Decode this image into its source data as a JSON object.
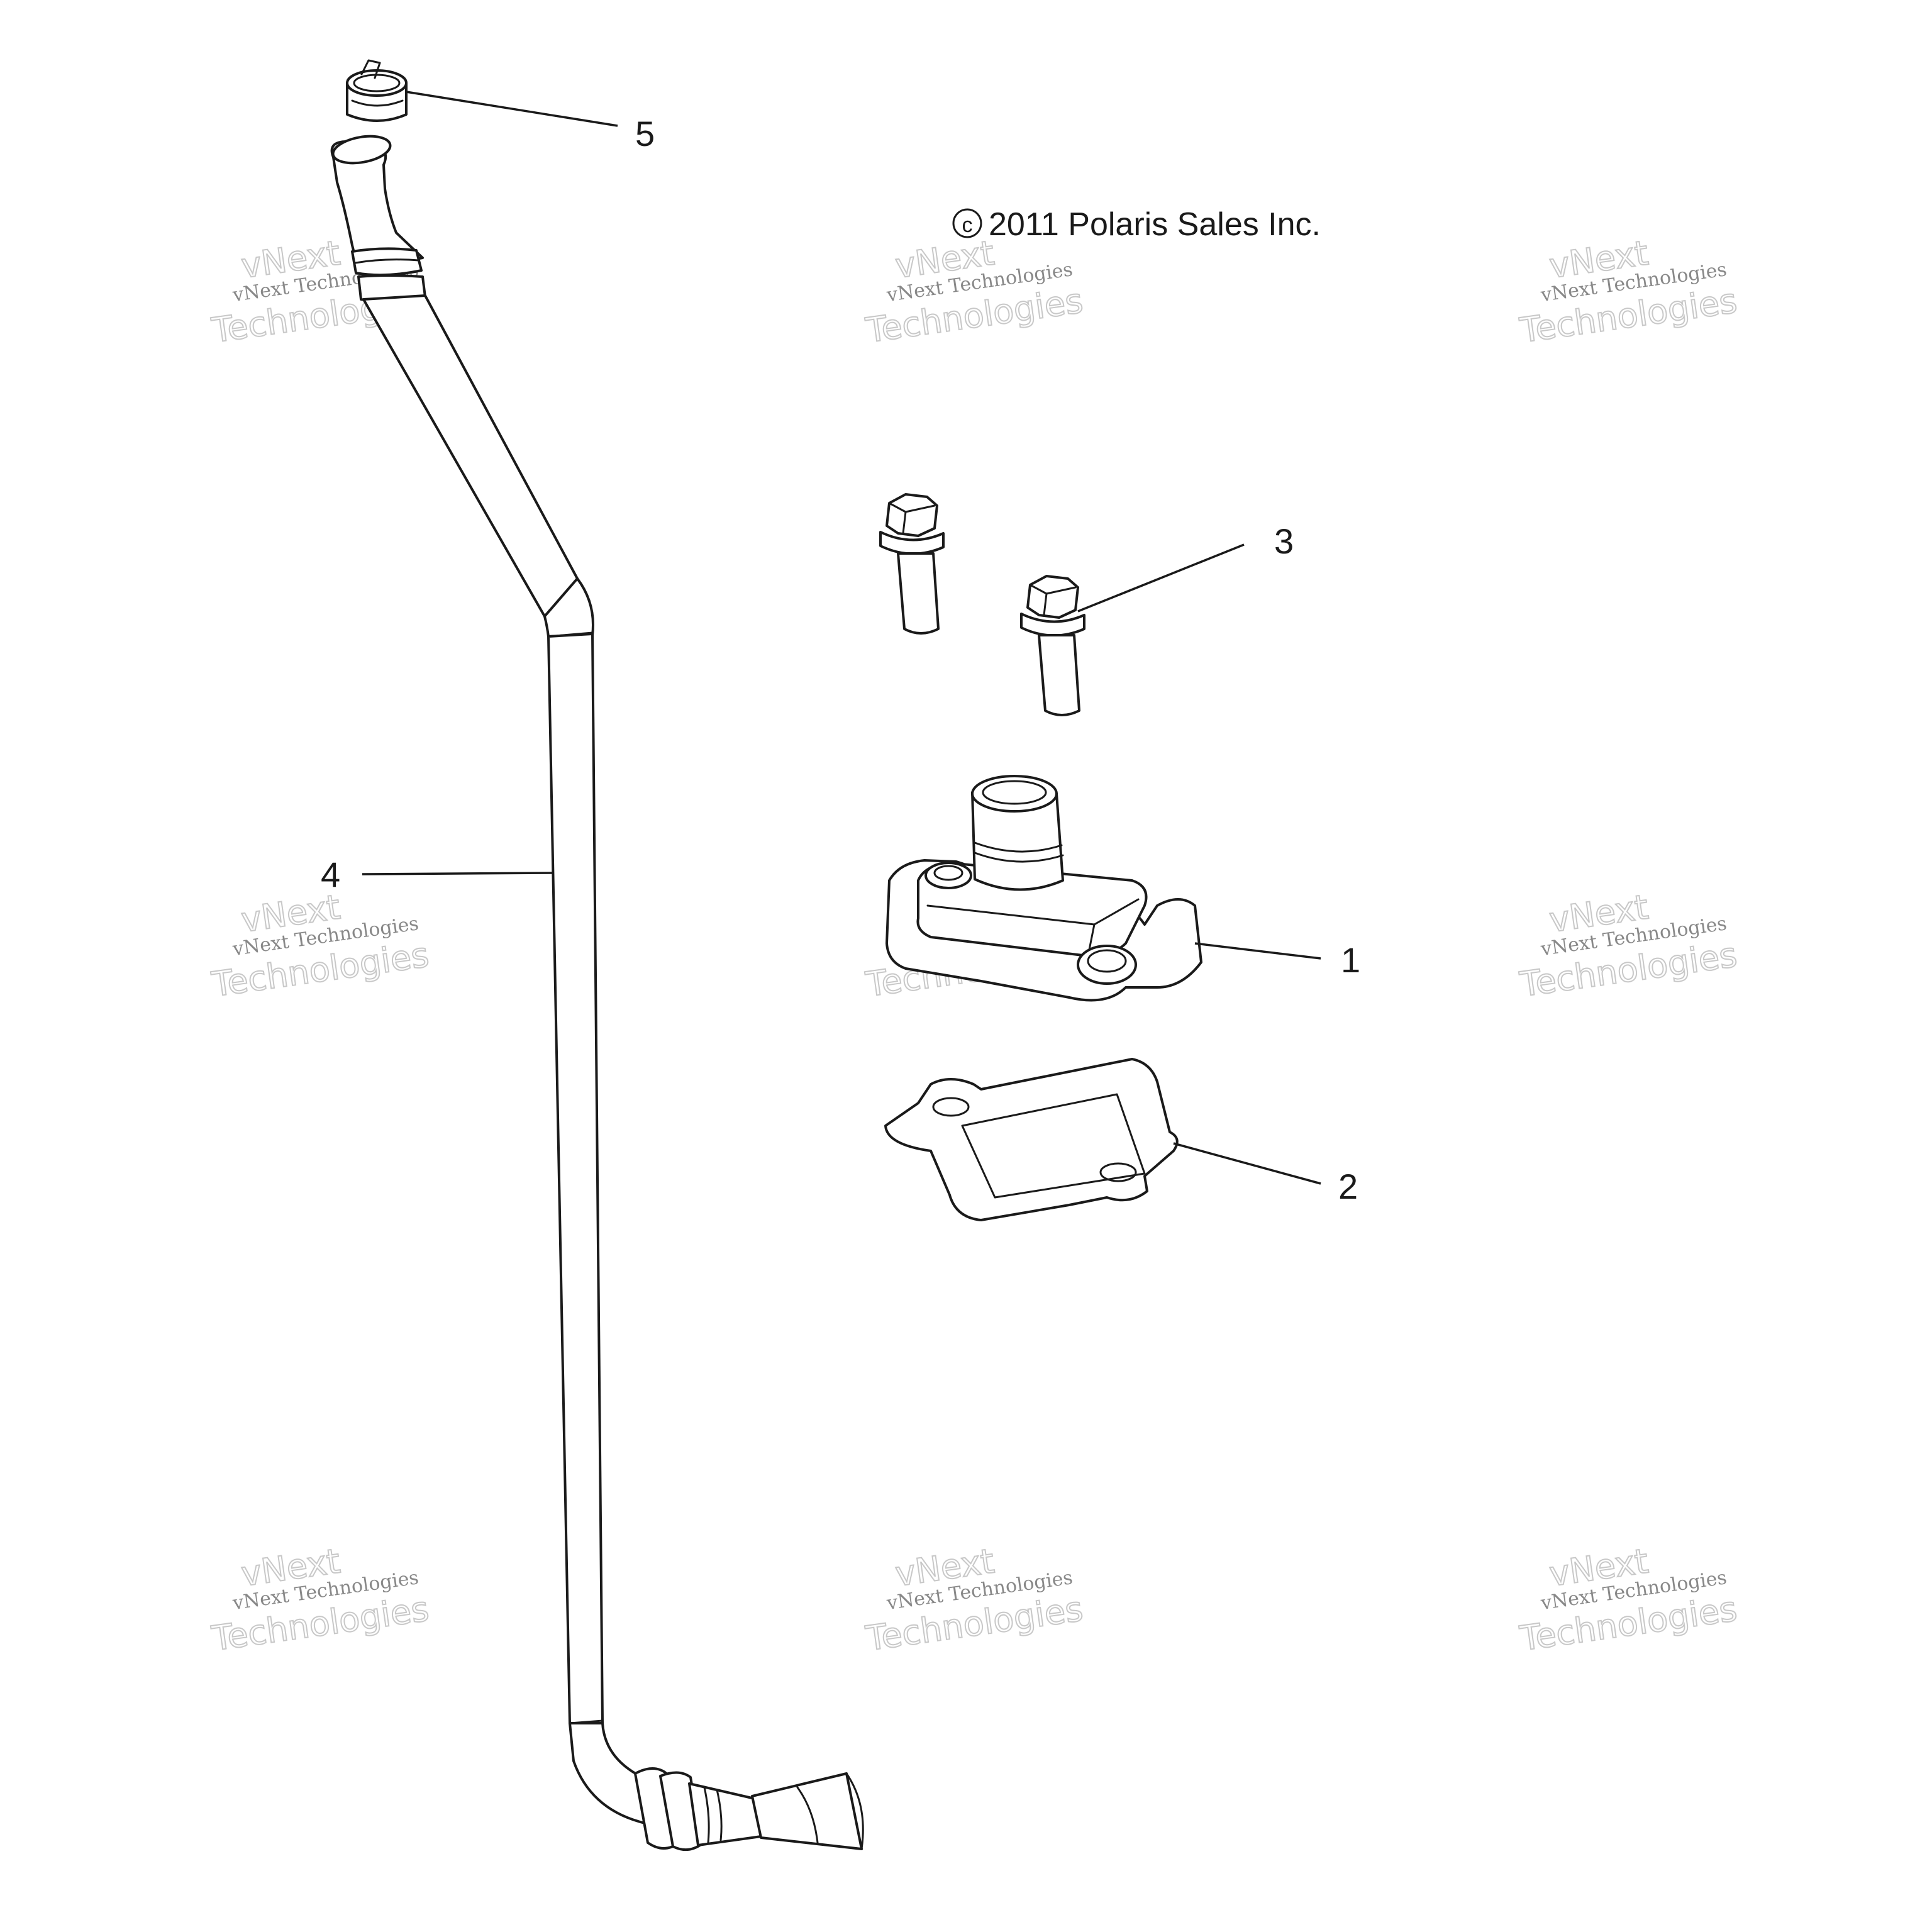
{
  "copyright": {
    "symbol": "c",
    "text": "2011 Polaris Sales Inc."
  },
  "callouts": [
    {
      "id": "1",
      "label": "1"
    },
    {
      "id": "2",
      "label": "2"
    },
    {
      "id": "3",
      "label": "3"
    },
    {
      "id": "4",
      "label": "4"
    },
    {
      "id": "5",
      "label": "5"
    }
  ],
  "watermark": {
    "line_small": "vNext Technologies",
    "line_big_1": "vNext",
    "line_big_2": "Technologies"
  },
  "colors": {
    "line": "#1a1a1a",
    "watermark": "#c8c8c8",
    "background": "#ffffff"
  }
}
